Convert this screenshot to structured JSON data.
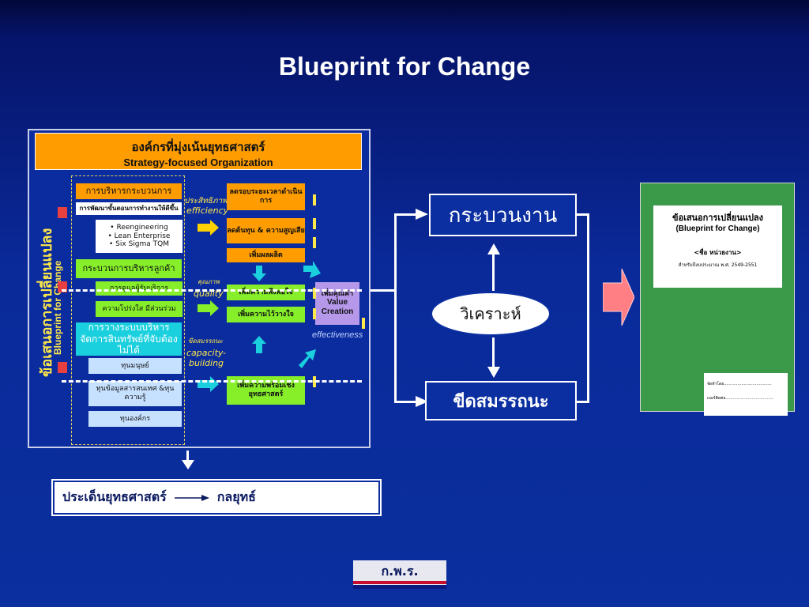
{
  "title": "Blueprint for Change",
  "vertical": {
    "thai": "ข้อเสนอการเปลี่ยนแปลง",
    "en": "Blueprint for Change"
  },
  "org": {
    "thai": "องค์กรที่มุ่งเน้นยุทธศาสตร์",
    "en": "Strategy-focused Organization"
  },
  "left_column": {
    "process_mgmt": "การบริหารกระบวนการ",
    "process_dev": "การพัฒนาขั้นตอนการทำงานให้ดีขึ้น",
    "methods": [
      "• Reengineering",
      "• Lean Enterprise",
      "• Six Sigma TQM"
    ],
    "customer_mgmt": "กระบวนการบริหารลูกค้า",
    "service_recipient": "การดูแลผู้รับบริการ",
    "transparency": "ความโปร่งใส มีส่วนร่วม",
    "asset_planning": "การวางระบบบริหารจัดการสินทรัพย์ที่จับต้องไม่ได้",
    "human_capital": "ทุนมนุษย์",
    "info_capital": "ทุนข้อมูลสารสนเทศ &ทุนความรู้",
    "org_capital": "ทุนองค์กร"
  },
  "middle": {
    "reduce_time": "ลดรอบระยะเวลาดำเนินการ",
    "reduce_cost": "ลดต้นทุน & ความสูญเสีย",
    "increase_output": "เพิ่มผลผลิต",
    "satisfaction": "เพิ่มความพึงพอใจ",
    "trust": "เพิ่มความไว้วางใจ",
    "readiness": "เพิ่มความพร้อมเชิงยุทธศาสตร์",
    "add_value": "เพิ่มคุณค่า",
    "value_creation": "Value Creation"
  },
  "labels": {
    "efficiency_th": "ประสิทธิภาพ",
    "efficiency_en": "efficiency",
    "quality_th": "คุณภาพ",
    "quality_en": "quality",
    "capacity_th": "ขีดสมรรถนะ",
    "capacity_en": "capacity-building",
    "effectiveness": "effectiveness"
  },
  "right": {
    "process": "กระบวนงาน",
    "analyze": "วิเคราะห์",
    "capacity": "ขีดสมรรถนะ"
  },
  "book": {
    "title": "ข้อเสนอการเปลี่ยนแปลง",
    "subtitle": "(Blueprint for Change)",
    "unit": "<ชื่อ หน่วยงาน>",
    "year": "สำหรับปีงบประมาณ พ.ศ. 2549-2551",
    "made_by": "จัดทำโดย......................................",
    "phone": "เบอร์ติดต่อ......................................"
  },
  "bottom": {
    "issue": "ประเด็นยุทธศาสตร์",
    "strategy": "กลยุทธ์"
  },
  "logo": "ก.พ.ร.",
  "colors": {
    "orange": "#ff9d00",
    "green": "#86ef2a",
    "cyan": "#1bd0de",
    "yellow": "#ffe84a",
    "background": "#0b2f9e"
  }
}
